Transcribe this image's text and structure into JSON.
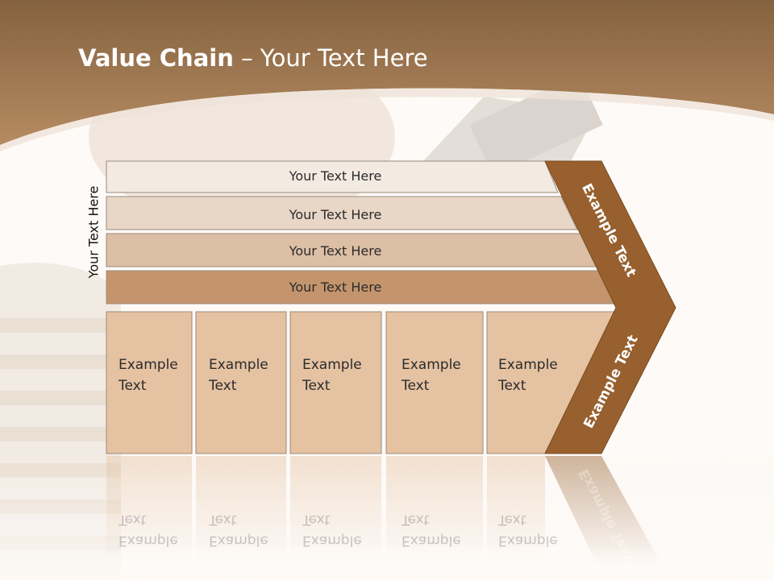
{
  "title": {
    "bold": "Value Chain",
    "rest": " – Your Text Here"
  },
  "vertical_label": "Your Text Here",
  "rows": [
    {
      "label": "Your Text Here"
    },
    {
      "label": "Your Text Here"
    },
    {
      "label": "Your Text Here"
    },
    {
      "label": "Your Text Here"
    }
  ],
  "columns": [
    {
      "line1": "Example",
      "line2": "Text"
    },
    {
      "line1": "Example",
      "line2": "Text"
    },
    {
      "line1": "Example",
      "line2": "Text"
    },
    {
      "line1": "Example",
      "line2": "Text"
    },
    {
      "line1": "Example",
      "line2": "Text"
    }
  ],
  "chevron": {
    "upper": "Example Text",
    "lower": "Example Text"
  },
  "colors": {
    "header": "#a07850",
    "chevron": "#97602e",
    "row1": "#f3eae2",
    "row2": "#e8d6c6",
    "row3": "#dcbfa4",
    "row4": "#c4956c",
    "column": "#e5c2a2"
  }
}
